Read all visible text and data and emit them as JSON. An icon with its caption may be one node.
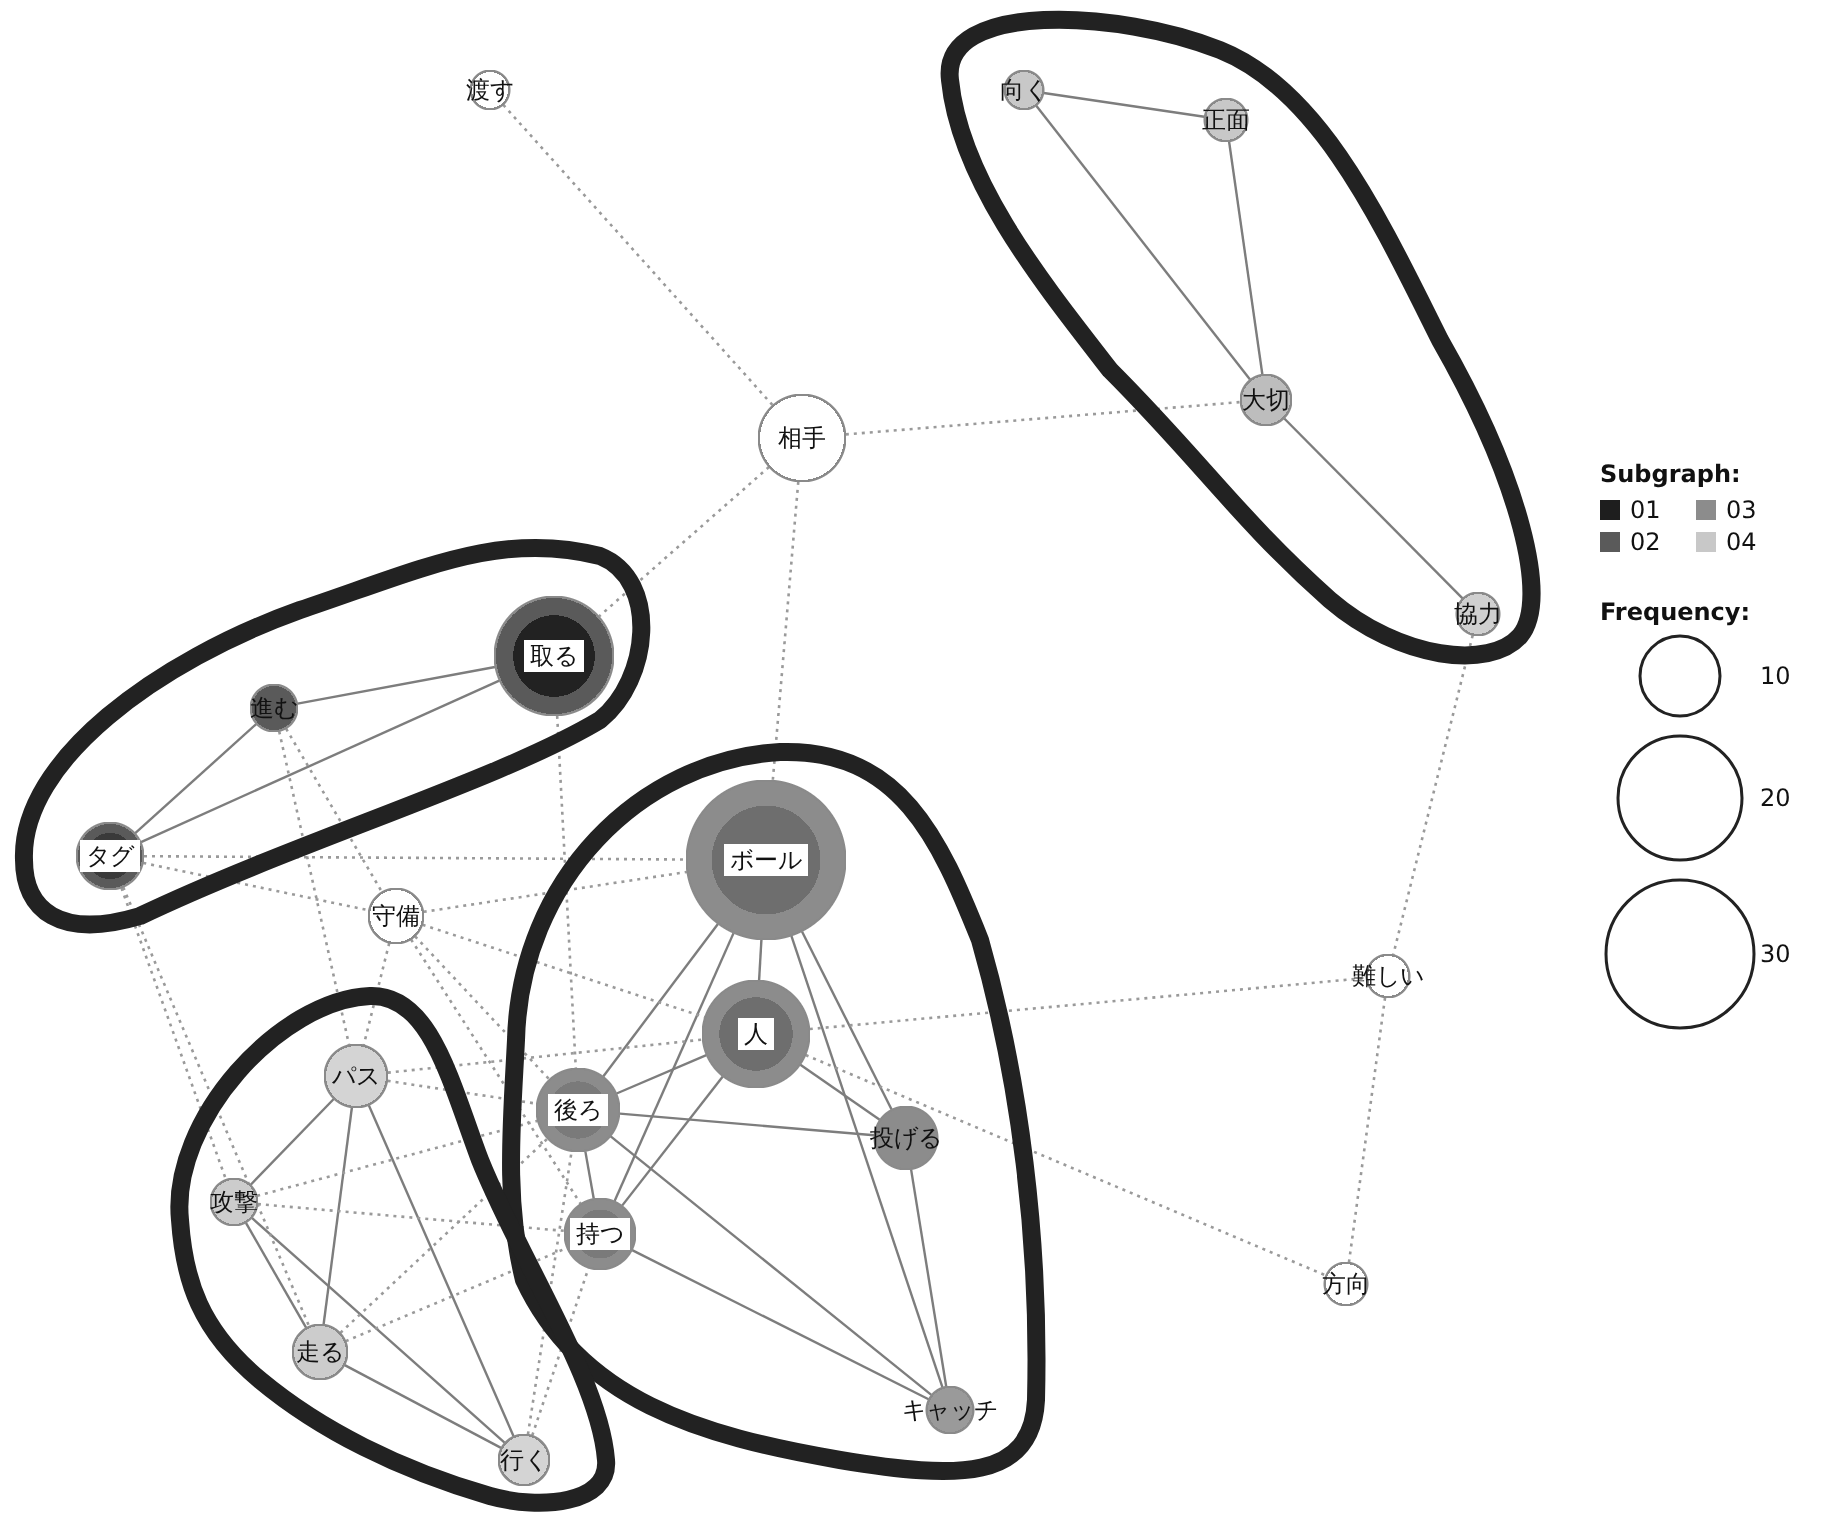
{
  "diagram": {
    "nodes": [
      {
        "text": [
          "渡す"
        ]
      },
      {
        "text": [],
        "shape": "loop"
      },
      {
        "text": [
          "向く"
        ],
        "in": 1
      },
      {
        "text": [
          "正面"
        ],
        "in": 1
      },
      {
        "text": [
          "相手"
        ]
      },
      {
        "text": [
          "大切"
        ],
        "in": 1
      },
      {
        "text": [
          "協力"
        ],
        "in": 1
      },
      {
        "text": [],
        "shape": "loop"
      },
      {
        "text": [
          "取る"
        ],
        "in": 7
      },
      {
        "text": [
          "進む"
        ],
        "in": 7
      },
      {
        "text": [
          "タグ"
        ],
        "in": 7
      },
      {
        "text": [
          "守備"
        ]
      },
      {
        "text": [],
        "shape": "loop"
      },
      {
        "text": [
          "ボール"
        ],
        "in": 12
      },
      {
        "text": [
          "人"
        ],
        "in": 12
      },
      {
        "text": [
          "後ろ"
        ],
        "in": 12
      },
      {
        "text": [
          "投げる"
        ],
        "in": 12
      },
      {
        "text": [
          "持つ"
        ],
        "in": 12
      },
      {
        "text": [
          "キャッチ"
        ],
        "in": 12
      },
      {
        "text": [
          "難しい"
        ]
      },
      {
        "text": [
          "方向"
        ]
      },
      {
        "text": [],
        "shape": "loop"
      },
      {
        "text": [
          "パス"
        ],
        "in": 21
      },
      {
        "text": [
          "攻撃"
        ],
        "in": 21
      },
      {
        "text": [
          "走る"
        ],
        "in": 21
      },
      {
        "text": [
          "行く"
        ],
        "in": 21
      }
    ],
    "edges": [
      {
        "from": 2,
        "to": 3,
        "arrow": "none"
      },
      {
        "from": 2,
        "to": 5,
        "arrow": "none"
      },
      {
        "from": 3,
        "to": 5,
        "arrow": "none"
      },
      {
        "from": 5,
        "to": 6,
        "arrow": "none"
      },
      {
        "from": 8,
        "to": 9,
        "arrow": "none"
      },
      {
        "from": 8,
        "to": 10,
        "arrow": "none"
      },
      {
        "from": 9,
        "to": 10,
        "arrow": "none"
      },
      {
        "from": 13,
        "to": 14,
        "arrow": "none"
      },
      {
        "from": 13,
        "to": 15,
        "arrow": "none"
      },
      {
        "from": 13,
        "to": 17,
        "arrow": "none"
      },
      {
        "from": 13,
        "to": 16,
        "arrow": "none"
      },
      {
        "from": 13,
        "to": 18,
        "arrow": "none"
      },
      {
        "from": 14,
        "to": 15,
        "arrow": "none"
      },
      {
        "from": 14,
        "to": 17,
        "arrow": "none"
      },
      {
        "from": 14,
        "to": 16,
        "arrow": "none"
      },
      {
        "from": 15,
        "to": 17,
        "arrow": "none"
      },
      {
        "from": 15,
        "to": 16,
        "arrow": "none"
      },
      {
        "from": 15,
        "to": 18,
        "arrow": "none"
      },
      {
        "from": 17,
        "to": 18,
        "arrow": "none"
      },
      {
        "from": 16,
        "to": 18,
        "arrow": "none"
      },
      {
        "from": 22,
        "to": 23,
        "arrow": "none"
      },
      {
        "from": 22,
        "to": 24,
        "arrow": "none"
      },
      {
        "from": 22,
        "to": 25,
        "arrow": "none"
      },
      {
        "from": 23,
        "to": 24,
        "arrow": "none"
      },
      {
        "from": 23,
        "to": 25,
        "arrow": "none"
      },
      {
        "from": 24,
        "to": 25,
        "arrow": "none"
      },
      {
        "from": 0,
        "to": 4,
        "arrow": "none",
        "style": "dashed"
      },
      {
        "from": 4,
        "to": 5,
        "arrow": "none",
        "style": "dashed"
      },
      {
        "from": 4,
        "to": 8,
        "arrow": "none",
        "style": "dashed"
      },
      {
        "from": 4,
        "to": 13,
        "arrow": "none",
        "style": "dashed"
      },
      {
        "from": 6,
        "to": 19,
        "arrow": "none",
        "style": "dashed"
      },
      {
        "from": 19,
        "to": 20,
        "arrow": "none",
        "style": "dashed"
      },
      {
        "from": 14,
        "to": 19,
        "arrow": "none",
        "style": "dashed"
      },
      {
        "from": 14,
        "to": 20,
        "arrow": "none",
        "style": "dashed"
      },
      {
        "from": 10,
        "to": 11,
        "arrow": "none",
        "style": "dashed"
      },
      {
        "from": 10,
        "to": 23,
        "arrow": "none",
        "style": "dashed"
      },
      {
        "from": 10,
        "to": 24,
        "arrow": "none",
        "style": "dashed"
      },
      {
        "from": 9,
        "to": 11,
        "arrow": "none",
        "style": "dashed"
      },
      {
        "from": 9,
        "to": 22,
        "arrow": "none",
        "style": "dashed"
      },
      {
        "from": 8,
        "to": 15,
        "arrow": "none",
        "style": "dashed"
      },
      {
        "from": 11,
        "to": 13,
        "arrow": "none",
        "style": "dashed"
      },
      {
        "from": 11,
        "to": 14,
        "arrow": "none",
        "style": "dashed"
      },
      {
        "from": 11,
        "to": 15,
        "arrow": "none",
        "style": "dashed"
      },
      {
        "from": 11,
        "to": 22,
        "arrow": "none",
        "style": "dashed"
      },
      {
        "from": 11,
        "to": 17,
        "arrow": "none",
        "style": "dashed"
      },
      {
        "from": 22,
        "to": 15,
        "arrow": "none",
        "style": "dashed"
      },
      {
        "from": 22,
        "to": 14,
        "arrow": "none",
        "style": "dashed"
      },
      {
        "from": 23,
        "to": 15,
        "arrow": "none",
        "style": "dashed"
      },
      {
        "from": 23,
        "to": 17,
        "arrow": "none",
        "style": "dashed"
      },
      {
        "from": 24,
        "to": 15,
        "arrow": "none",
        "style": "dashed"
      },
      {
        "from": 24,
        "to": 17,
        "arrow": "none",
        "style": "dashed"
      },
      {
        "from": 25,
        "to": 17,
        "arrow": "none",
        "style": "dashed"
      },
      {
        "from": 25,
        "to": 15,
        "arrow": "none",
        "style": "dashed"
      },
      {
        "from": 10,
        "to": 13,
        "arrow": "none",
        "style": "dashed"
      }
    ],
    "labels": [
      "Subgraph:",
      "Frequency:"
    ],
    "legend": [
      {
        "text": "01",
        "color": "#1e1e1e"
      },
      {
        "text": "02",
        "color": "#5a5a5a"
      },
      {
        "text": "03",
        "color": "#8c8c8c"
      },
      {
        "text": "04",
        "color": "#c8c8c8"
      },
      {
        "text": "10"
      },
      {
        "text": "20"
      },
      {
        "text": "30"
      }
    ]
  }
}
